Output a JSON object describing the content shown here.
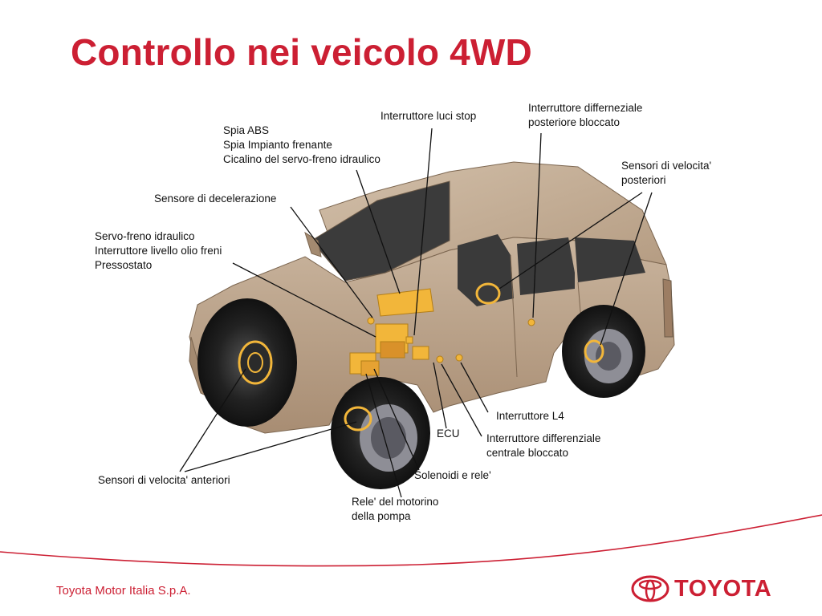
{
  "slide": {
    "title": "Controllo nei veicolo 4WD"
  },
  "labels": {
    "interruttore_luci_stop": "Interruttore luci stop",
    "interruttore_diff_posteriore": [
      "Interruttore differneziale",
      "posteriore bloccato"
    ],
    "spia_group": [
      "Spia ABS",
      "Spia Impianto frenante",
      "Cicalino del servo-freno idraulico"
    ],
    "sensore_decelerazione": "Sensore di decelerazione",
    "sensori_velocita_posteriori": [
      "Sensori di velocita'",
      "posteriori"
    ],
    "servo_freno_group": [
      "Servo-freno idraulico",
      "Interruttore livello olio freni",
      "Pressostato"
    ],
    "interruttore_l4": "Interruttore L4",
    "ecu": "ECU",
    "interruttore_diff_centrale": [
      "Interruttore differenziale",
      "centrale bloccato"
    ],
    "solenoidi_rele": "Solenoidi e rele'",
    "sensori_velocita_anteriori": "Sensori di velocita' anteriori",
    "rele_motorino": [
      "Rele' del motorino",
      "della pompa"
    ]
  },
  "footer": {
    "company": "Toyota Motor Italia S.p.A.",
    "logo_text": "TOYOTA"
  },
  "colors": {
    "brand_red": "#cc1f33",
    "car_body": "#b79d83",
    "component_yellow": "#f2b63a"
  }
}
